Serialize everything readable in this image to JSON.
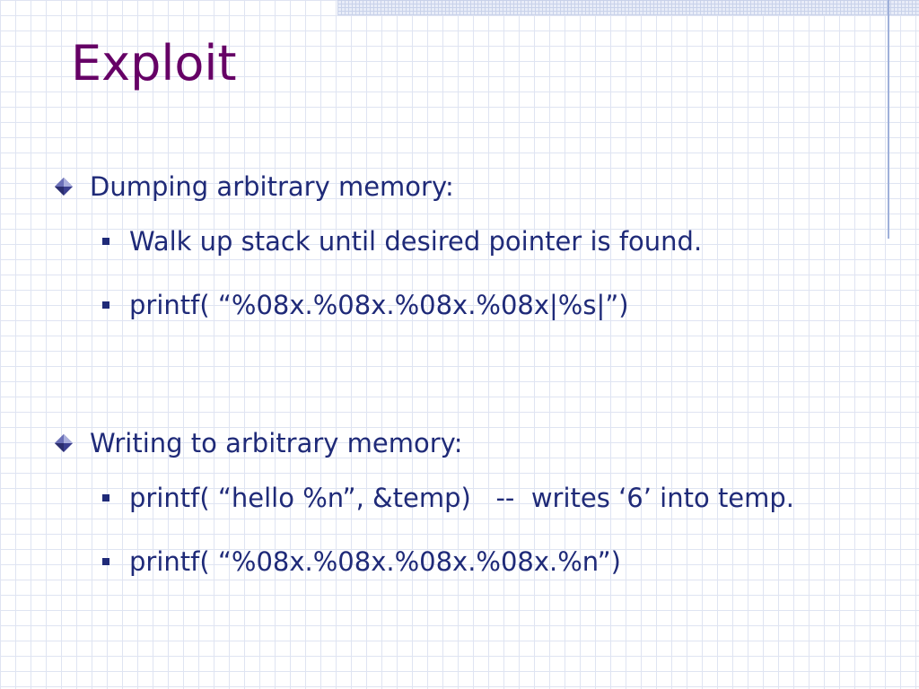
{
  "slide": {
    "title": "Exploit",
    "sections": [
      {
        "heading": "Dumping arbitrary memory:",
        "items": [
          "Walk up stack until desired pointer is found.",
          "printf( “%08x.%08x.%08x.%08x|%s|”)"
        ]
      },
      {
        "heading": "Writing to arbitrary memory:",
        "items": [
          "printf( “hello %n”, &temp)   --  writes ‘6’ into temp.",
          "printf( “%08x.%08x.%08x.%08x.%n”)"
        ]
      }
    ]
  },
  "colors": {
    "title": "#660066",
    "text": "#1f2a78",
    "grid": "#dfe4f2"
  },
  "icons": {
    "level1": "diamond-icon",
    "level2": "square-bullet-icon"
  }
}
